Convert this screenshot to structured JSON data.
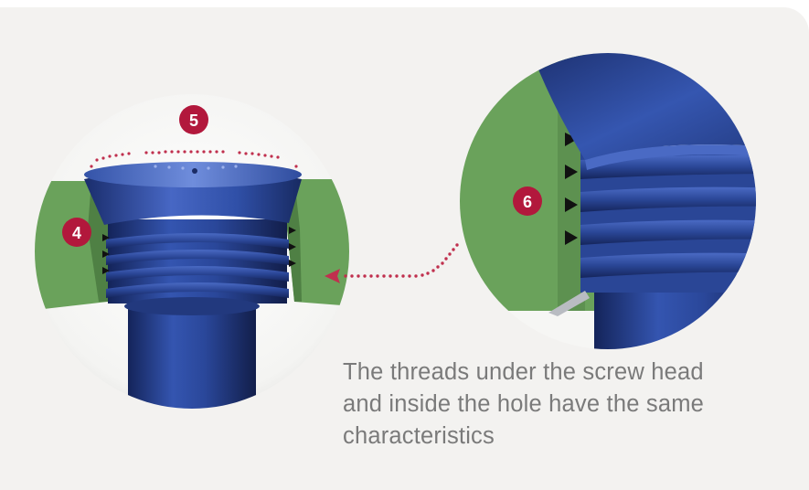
{
  "badges": {
    "left_top": "5",
    "left_side": "4",
    "right": "6"
  },
  "caption": {
    "line1": "The threads under the screw head",
    "line2": "and inside the hole have the same",
    "line3": "characteristics"
  },
  "colors": {
    "background": "#f3f2f0",
    "plate_green": "#6aa25b",
    "screw_blue": "#2b4aa0",
    "badge_red": "#b2183c",
    "arrow_red": "#c0304e",
    "caption_gray": "#7a7a7a"
  }
}
